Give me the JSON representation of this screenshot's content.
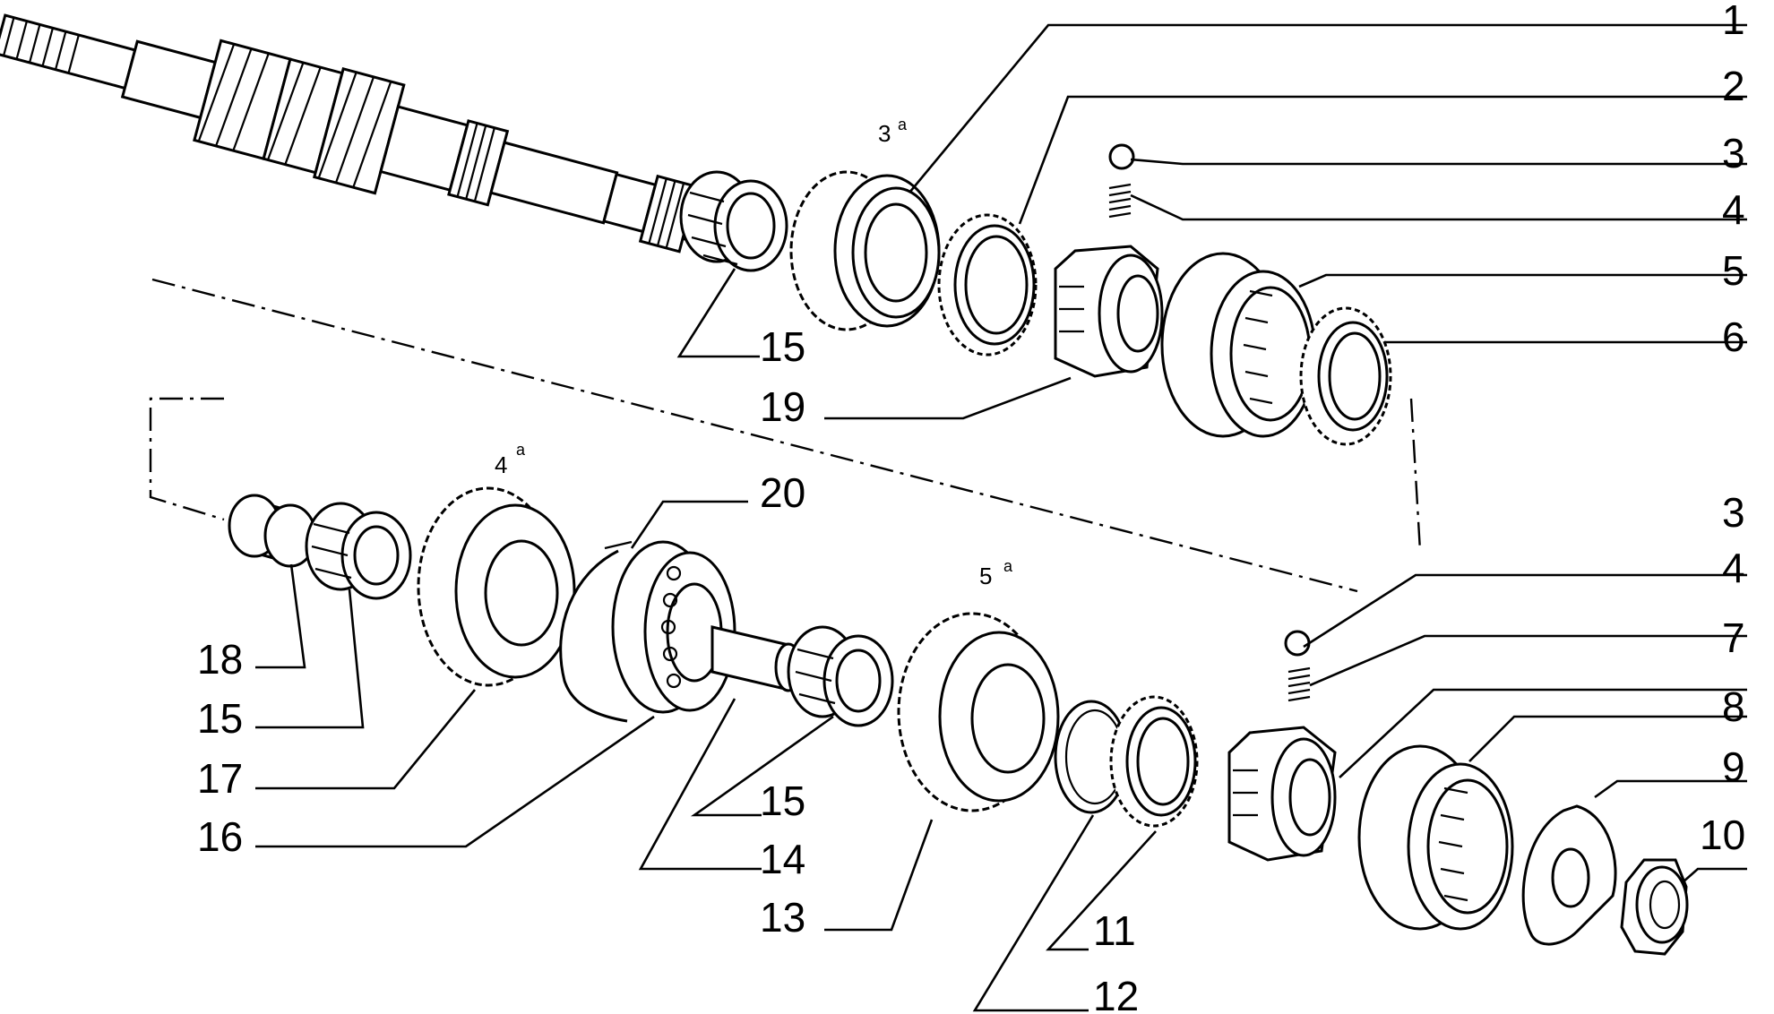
{
  "callouts": {
    "c1": "1",
    "c2": "2",
    "c3a": "3",
    "c4a": "4",
    "c5": "5",
    "c6": "6",
    "c15a": "15",
    "c19": "19",
    "c20": "20",
    "c3b": "3",
    "c4b": "4",
    "c7": "7",
    "c8": "8",
    "c9": "9",
    "c10": "10",
    "c18": "18",
    "c15b": "15",
    "c17": "17",
    "c16": "16",
    "c15c": "15",
    "c14": "14",
    "c13": "13",
    "c11": "11",
    "c12": "12"
  },
  "gear_tags": {
    "third": {
      "num": "3",
      "sup": "a"
    },
    "fourth": {
      "num": "4",
      "sup": "a"
    },
    "fifth": {
      "num": "5",
      "sup": "a"
    }
  }
}
